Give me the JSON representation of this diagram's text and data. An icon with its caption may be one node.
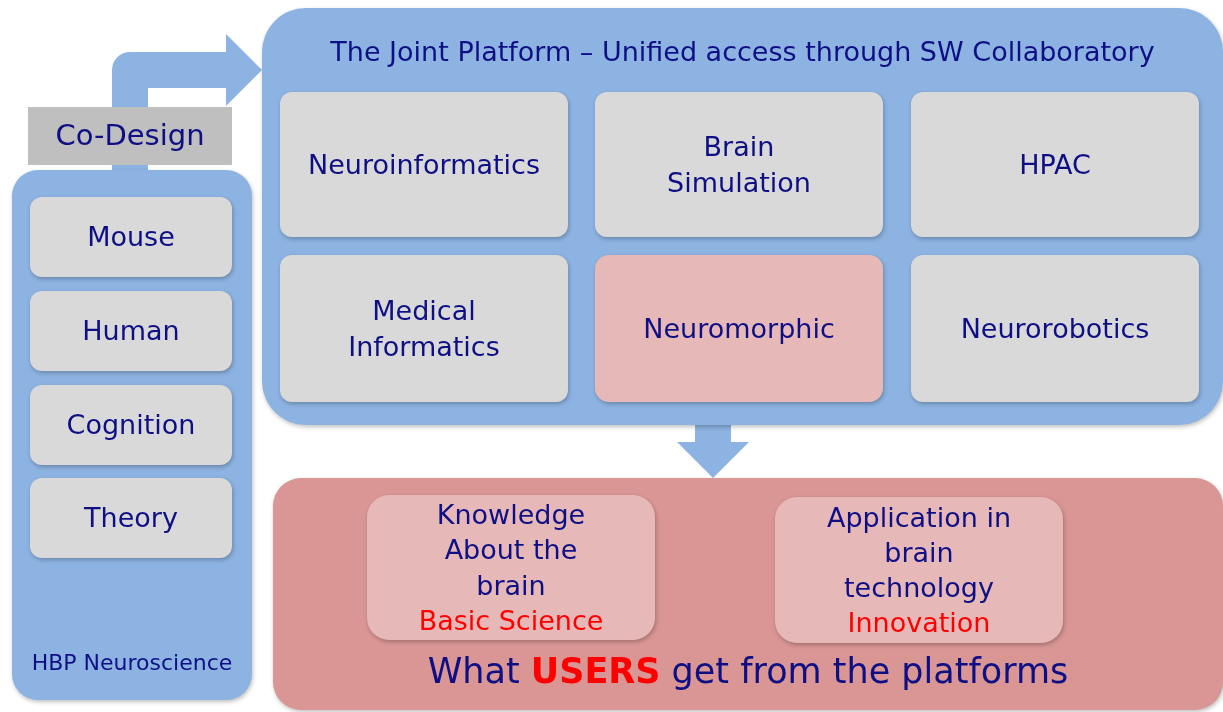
{
  "diagram": {
    "nodes": [
      {
        "text": [
          "HBP Neuroscience"
        ]
      },
      {
        "text": [
          "Mouse"
        ],
        "in": 0
      },
      {
        "text": [
          "Human"
        ],
        "in": 0
      },
      {
        "text": [
          "Cognition"
        ],
        "in": 0
      },
      {
        "text": [
          "Theory"
        ],
        "in": 0
      },
      {
        "text": [
          "Co-Design"
        ]
      },
      {
        "text": [
          "The Joint Platform – Unified access through SW Collaboratory"
        ]
      },
      {
        "text": [
          "Neuroinformatics"
        ],
        "in": 6
      },
      {
        "text": [
          "Brain Simulation"
        ],
        "in": 6
      },
      {
        "text": [
          "HPAC"
        ],
        "in": 6
      },
      {
        "text": [
          "Medical Informatics"
        ],
        "in": 6
      },
      {
        "text": [
          "Neuromorphic"
        ],
        "in": 6
      },
      {
        "text": [
          "Neurorobotics"
        ],
        "in": 6
      },
      {
        "text": [
          "What **USERS** get from the platforms"
        ]
      },
      {
        "text": [
          "Knowledge About the brain",
          "Basic Science"
        ],
        "in": 13
      },
      {
        "text": [
          "Application in brain technology",
          "Innovation"
        ],
        "in": 13
      }
    ],
    "edges": [
      {
        "from": 0,
        "to": 5,
        "arrow": "none"
      },
      {
        "from": 5,
        "to": 6,
        "arrow": "to"
      },
      {
        "from": 6,
        "to": 13,
        "arrow": "to"
      }
    ]
  }
}
